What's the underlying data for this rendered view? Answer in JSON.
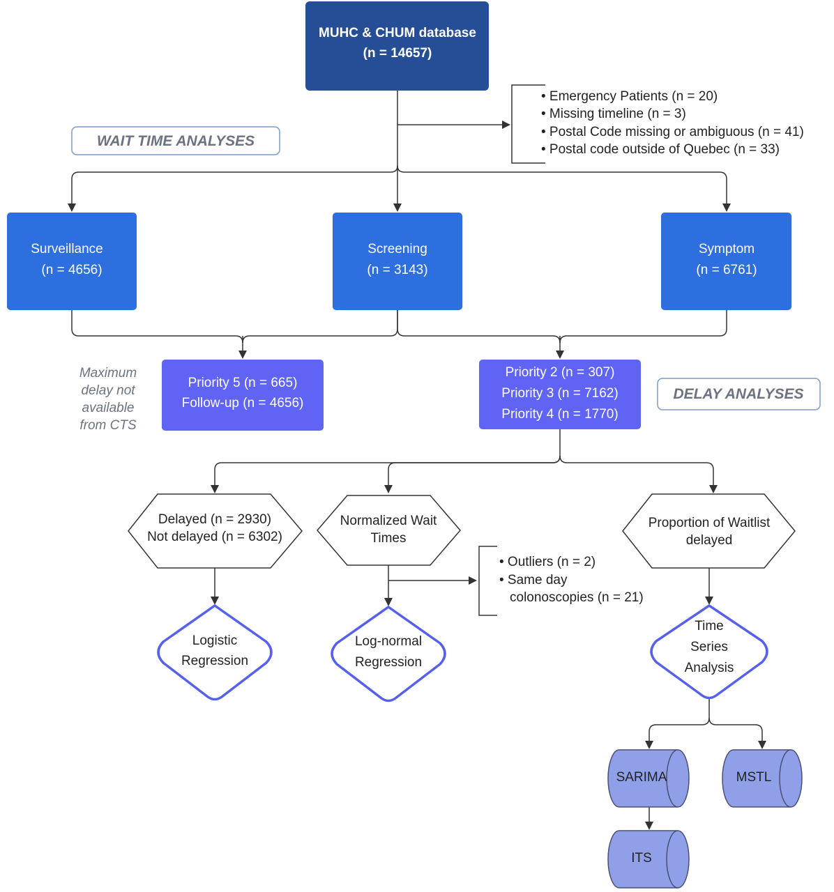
{
  "source": {
    "lines": [
      "MUHC & CHUM database",
      "(n = 14657)"
    ],
    "fill": "#254E96",
    "text_color": "#ffffff"
  },
  "labels": {
    "wait_time": "WAIT TIME ANALYSES",
    "delay": "DELAY ANALYSES",
    "label_color": "#6B7280",
    "label_border": "#7A9CC9"
  },
  "exclusions_top": {
    "items": [
      "• Emergency Patients  (n = 20)",
      "• Missing timeline (n = 3)",
      "• Postal Code missing or ambiguous (n = 41)",
      "• Postal code outside of Quebec (n = 33)"
    ]
  },
  "groups": {
    "fill": "#2E6FE0",
    "text_color": "#ffffff",
    "surveillance": [
      "Surveillance",
      "(n = 4656)"
    ],
    "screening": [
      "Screening",
      "(n = 3143)"
    ],
    "symptom": [
      "Symptom",
      "(n = 6761)"
    ]
  },
  "priorities": {
    "fill": "#6064F5",
    "text_color": "#ffffff",
    "low": [
      "Priority 5 (n = 665)",
      "Follow-up (n = 4656)"
    ],
    "high": [
      "Priority 2 (n = 307)",
      "Priority 3 (n = 7162)",
      "Priority 4 (n = 1770)"
    ]
  },
  "note": {
    "lines": [
      "Maximum",
      "delay not",
      "available",
      "from CTS"
    ]
  },
  "outcomes": {
    "delayed": [
      "Delayed  (n = 2930)",
      "Not delayed (n = 6302)"
    ],
    "normalized": [
      "Normalized Wait",
      "Times"
    ],
    "proportion": [
      "Proportion of Waitlist",
      "delayed"
    ]
  },
  "exclusions_mid": {
    "lines": [
      "• Outliers (n = 2)",
      "• Same day",
      "colonoscopies (n = 21)"
    ]
  },
  "methods": {
    "border": "#5560EE",
    "logistic": [
      "Logistic",
      "Regression"
    ],
    "lognormal": [
      "Log-normal",
      "Regression"
    ],
    "timeseries": [
      "Time",
      "Series",
      "Analysis"
    ]
  },
  "models": {
    "fill": "#8FA0E8",
    "stroke": "#4A4F73",
    "sarima": "SARIMA",
    "mstl": "MSTL",
    "its": "ITS"
  },
  "line_color": "#333333"
}
